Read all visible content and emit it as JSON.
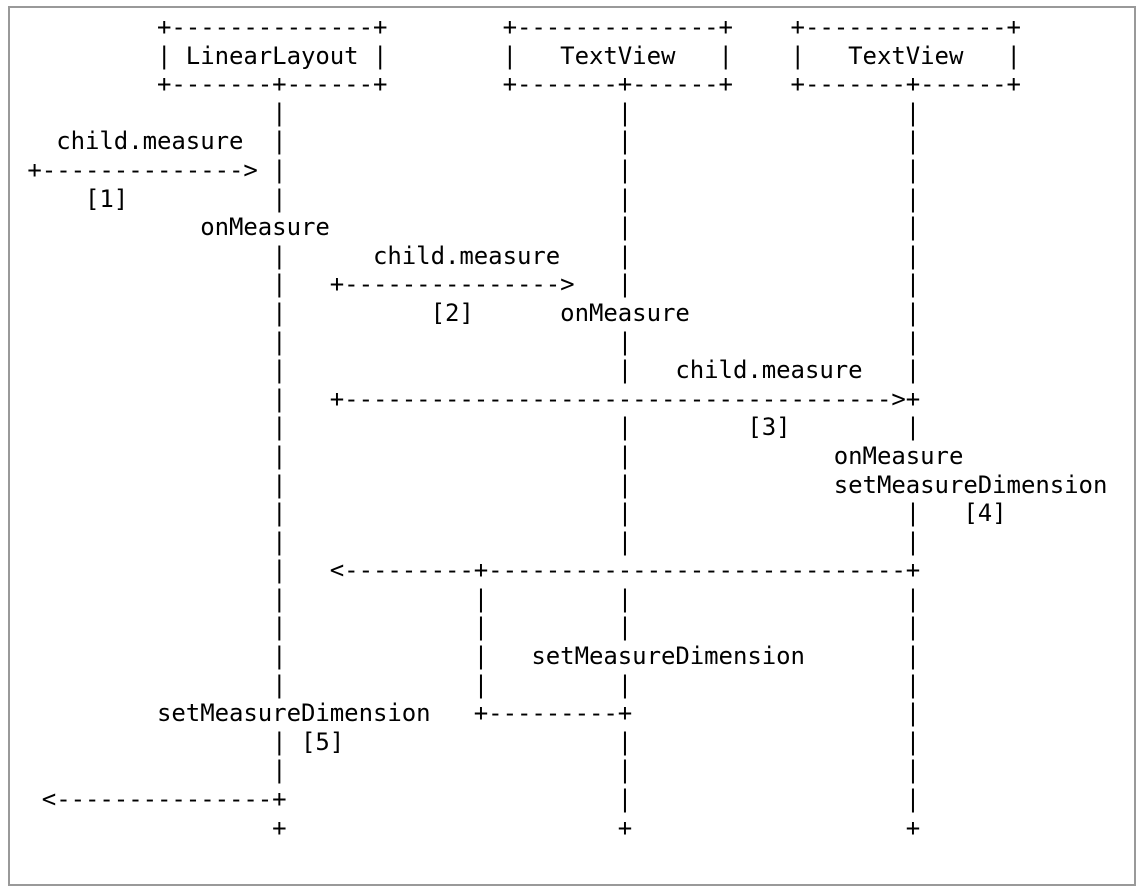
{
  "colors": {
    "background": "#ffffff",
    "text": "#000000",
    "frame_border": "#999999"
  },
  "diagram": {
    "type": "ascii-sequence-diagram",
    "participants": [
      "LinearLayout",
      "TextView",
      "TextView"
    ],
    "messages": [
      {
        "label": "child.measure",
        "seq": "[1]",
        "from": "caller",
        "to": "LinearLayout"
      },
      {
        "label": "onMeasure",
        "on": "LinearLayout"
      },
      {
        "label": "child.measure",
        "seq": "[2]",
        "from": "LinearLayout",
        "to": "TextView"
      },
      {
        "label": "onMeasure",
        "on": "TextView"
      },
      {
        "label": "child.measure",
        "seq": "[3]",
        "from": "LinearLayout",
        "to": "TextView"
      },
      {
        "label": "onMeasure",
        "on": "TextView"
      },
      {
        "label": "setMeasureDimension",
        "seq": "[4]",
        "from": "TextView",
        "to": "LinearLayout"
      },
      {
        "label": "setMeasureDimension",
        "from": "TextView",
        "to": "LinearLayout"
      },
      {
        "label": "setMeasureDimension",
        "seq": "[5]",
        "from": "LinearLayout",
        "to": "caller"
      }
    ],
    "lines": [
      "          +--------------+        +--------------+    +--------------+",
      "          | LinearLayout |        |   TextView   |    |   TextView   |",
      "          +-------+------+        +-------+------+    +-------+------+",
      "                  |                       |                   |",
      "   child.measure  |                       |                   |",
      " +--------------> |                       |                   |",
      "     [1]          |                       |                   |",
      "             onMeasure                    |                   |",
      "                  |      child.measure    |                   |",
      "                  |   +--------------->   |                   |",
      "                  |          [2]      onMeasure               |",
      "                  |                       |                   |",
      "                  |                       |   child.measure   |",
      "                  |   +-------------------------------------->+",
      "                  |                       |        [3]        |",
      "                  |                       |              onMeasure",
      "                  |                       |              setMeasureDimension",
      "                  |                       |                   |   [4]",
      "                  |                       |                   |",
      "                  |   <---------+-----------------------------+",
      "                  |             |         |                   |",
      "                  |             |         |                   |",
      "                  |             |   setMeasureDimension       |",
      "                  |             |         |                   |",
      "          setMeasureDimension   +---------+                   |",
      "                  | [5]                   |                   |",
      "                  |                       |                   |",
      "  <---------------+                       |                   |",
      "                  +                       +                   +"
    ]
  }
}
